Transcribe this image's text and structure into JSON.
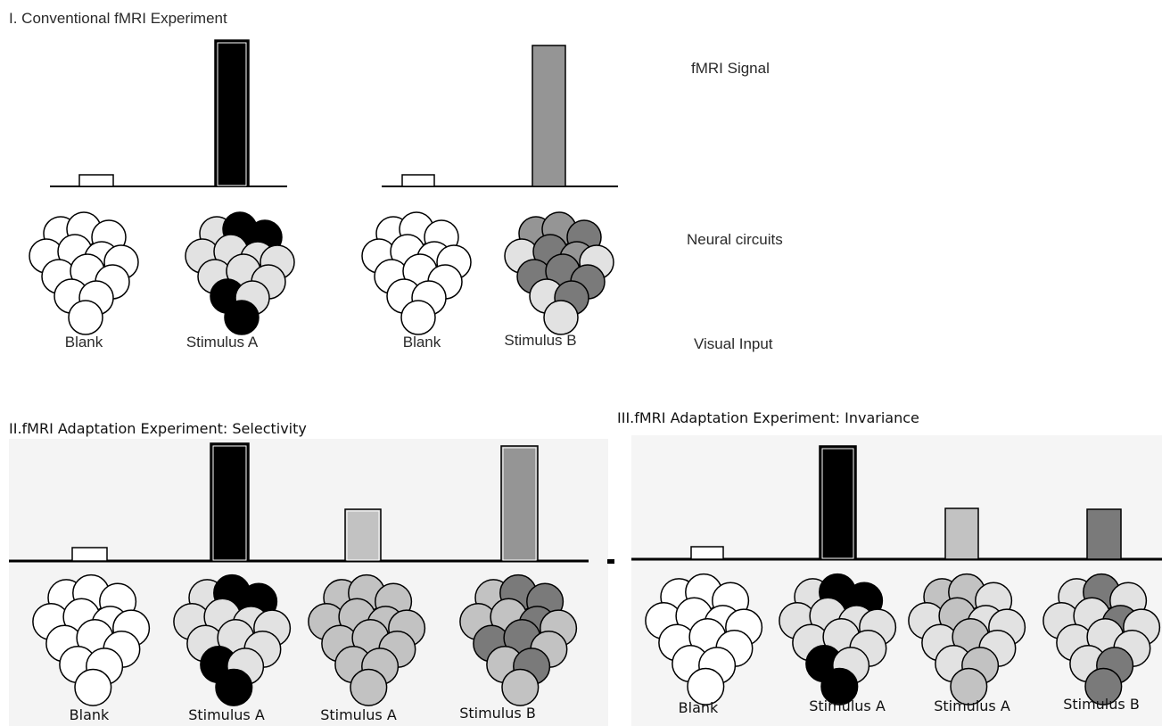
{
  "panel1": {
    "title": "I. Conventional fMRI Experiment",
    "row_labels": {
      "signal": "fMRI Signal",
      "circuits": "Neural circuits",
      "input": "Visual Input"
    },
    "conditions": [
      "Blank",
      "Stimulus A",
      "Blank",
      "Stimulus B"
    ]
  },
  "panel2": {
    "title": "II.fMRI Adaptation Experiment: Selectivity",
    "conditions": [
      "Blank",
      "Stimulus A",
      "Stimulus A",
      "Stimulus B"
    ]
  },
  "panel3": {
    "title": "III.fMRI Adaptation Experiment: Invariance",
    "conditions": [
      "Blank",
      "Stimulus A",
      "Stimulus A",
      "Stimulus B"
    ]
  },
  "colors": {
    "white": "#ffffff",
    "black": "#000000",
    "light_gray": "#e2e2e2",
    "mid_gray": "#c2c2c2",
    "dark_gray": "#959595",
    "darker_gray": "#7a7a7a"
  }
}
